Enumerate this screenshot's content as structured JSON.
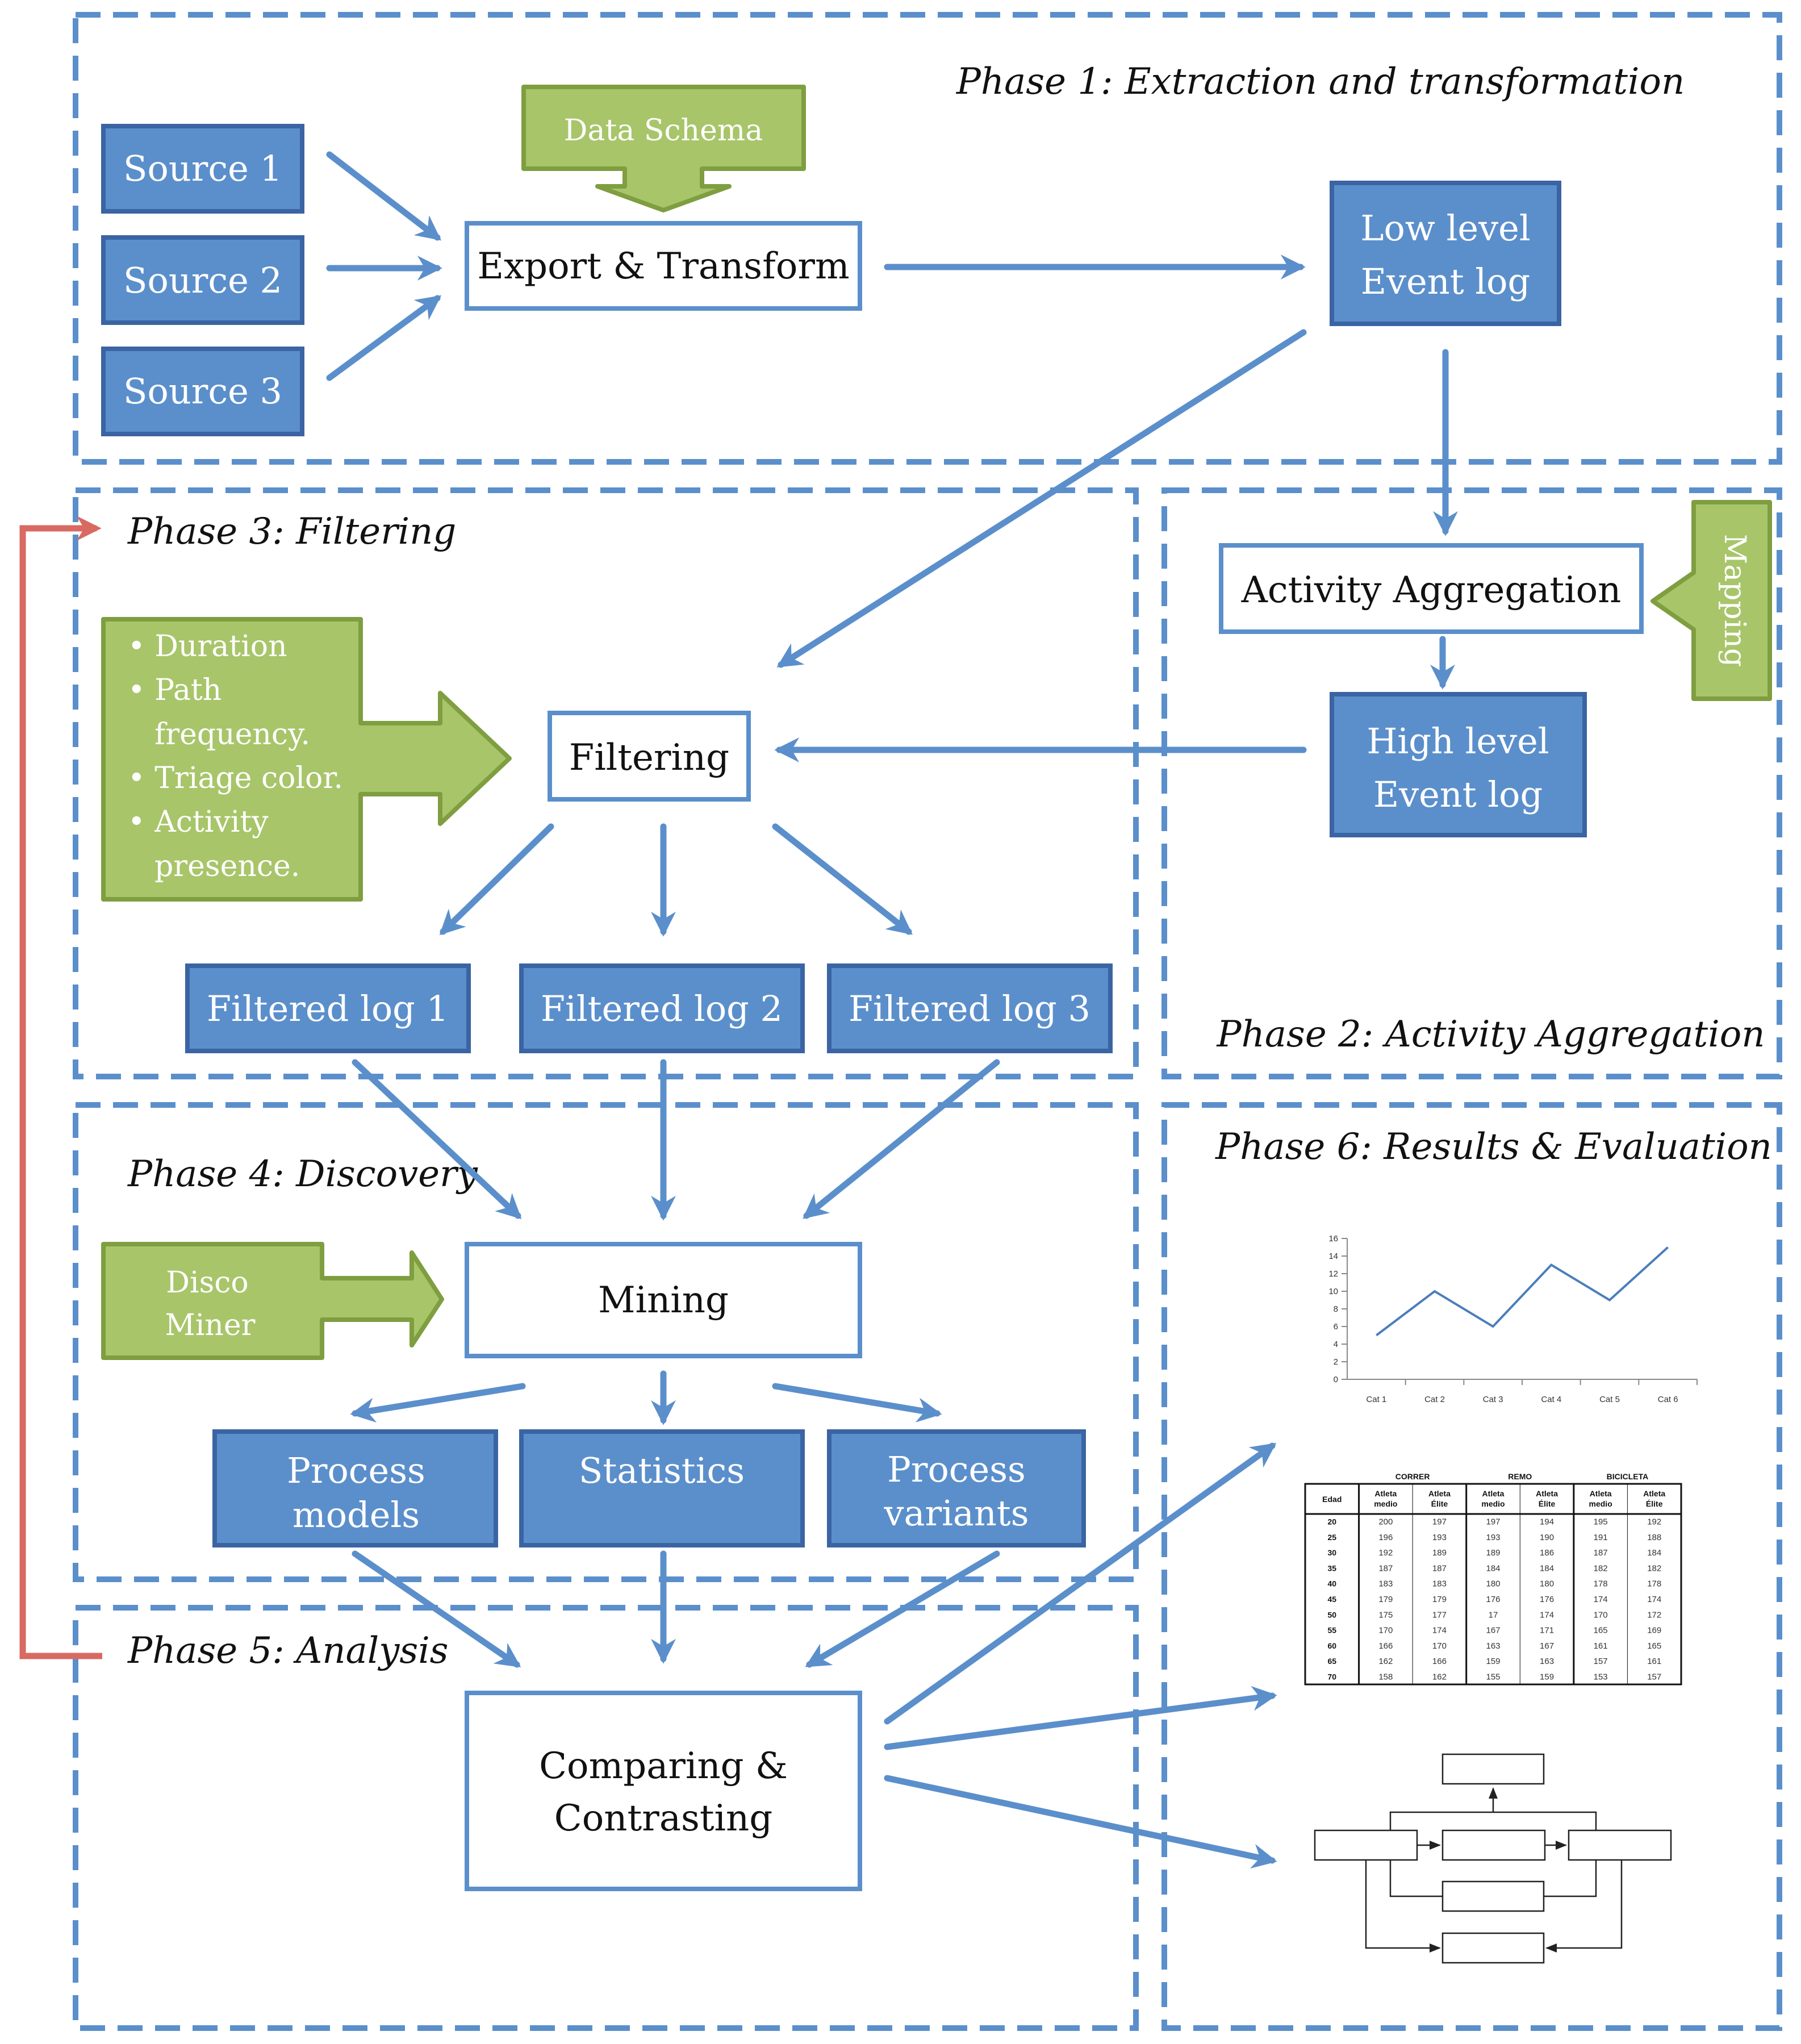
{
  "phases": {
    "p1": "Phase 1: Extraction and transformation",
    "p2": "Phase 2: Activity Aggregation",
    "p3": "Phase 3: Filtering",
    "p4": "Phase 4: Discovery",
    "p5": "Phase 5: Analysis",
    "p6": "Phase 6: Results & Evaluation"
  },
  "sources": [
    "Source 1",
    "Source 2",
    "Source 3"
  ],
  "data_schema": "Data Schema",
  "export_transform": "Export & Transform",
  "low_level_log": [
    "Low level",
    "Event log"
  ],
  "activity_aggregation": "Activity Aggregation",
  "mapping": "Mapping",
  "high_level_log": [
    "High level",
    "Event log"
  ],
  "filter_criteria": [
    "• Duration",
    "•  Path",
    "frequency.",
    "• Triage color.",
    "• Activity",
    "presence."
  ],
  "filtering": "Filtering",
  "filtered_logs": [
    "Filtered log 1",
    "Filtered log 2",
    "Filtered log 3"
  ],
  "disco_miner": [
    "Disco",
    "Miner"
  ],
  "mining": "Mining",
  "process_models": [
    "Process",
    "models"
  ],
  "statistics": "Statistics",
  "process_variants": [
    "Process",
    "variants"
  ],
  "comparing": [
    "Comparing &",
    "Contrasting"
  ],
  "colors": {
    "blue_fill": "#5b8fcb",
    "blue_stroke": "#3a64a3",
    "green_fill": "#a8c56a",
    "green_stroke": "#7f9e40",
    "arrow": "#5b8fcb",
    "feedback_arrow": "#d86a62"
  },
  "chart_data": {
    "type": "line",
    "categories": [
      "Cat 1",
      "Cat 2",
      "Cat 3",
      "Cat 4",
      "Cat 5",
      "Cat 6"
    ],
    "values": [
      5,
      10,
      6,
      13,
      9,
      15
    ],
    "y_ticks": [
      "0",
      "2",
      "4",
      "6",
      "8",
      "10",
      "12",
      "14",
      "16"
    ],
    "ylim": [
      0,
      16
    ]
  },
  "table": {
    "groups": [
      "CORRER",
      "REMO",
      "BICICLETA"
    ],
    "headers": [
      "Edad",
      "Atleta medio",
      "Atleta Élite",
      "Atleta medio",
      "Atleta Élite",
      "Atleta medio",
      "Atleta Élite"
    ],
    "rows": [
      [
        "20",
        "200",
        "197",
        "197",
        "194",
        "195",
        "192"
      ],
      [
        "25",
        "196",
        "193",
        "193",
        "190",
        "191",
        "188"
      ],
      [
        "30",
        "192",
        "189",
        "189",
        "186",
        "187",
        "184"
      ],
      [
        "35",
        "187",
        "187",
        "184",
        "184",
        "182",
        "182"
      ],
      [
        "40",
        "183",
        "183",
        "180",
        "180",
        "178",
        "178"
      ],
      [
        "45",
        "179",
        "179",
        "176",
        "176",
        "174",
        "174"
      ],
      [
        "50",
        "175",
        "177",
        "17",
        "174",
        "170",
        "172"
      ],
      [
        "55",
        "170",
        "174",
        "167",
        "171",
        "165",
        "169"
      ],
      [
        "60",
        "166",
        "170",
        "163",
        "167",
        "161",
        "165"
      ],
      [
        "65",
        "162",
        "166",
        "159",
        "163",
        "157",
        "161"
      ],
      [
        "70",
        "158",
        "162",
        "155",
        "159",
        "153",
        "157"
      ]
    ]
  }
}
